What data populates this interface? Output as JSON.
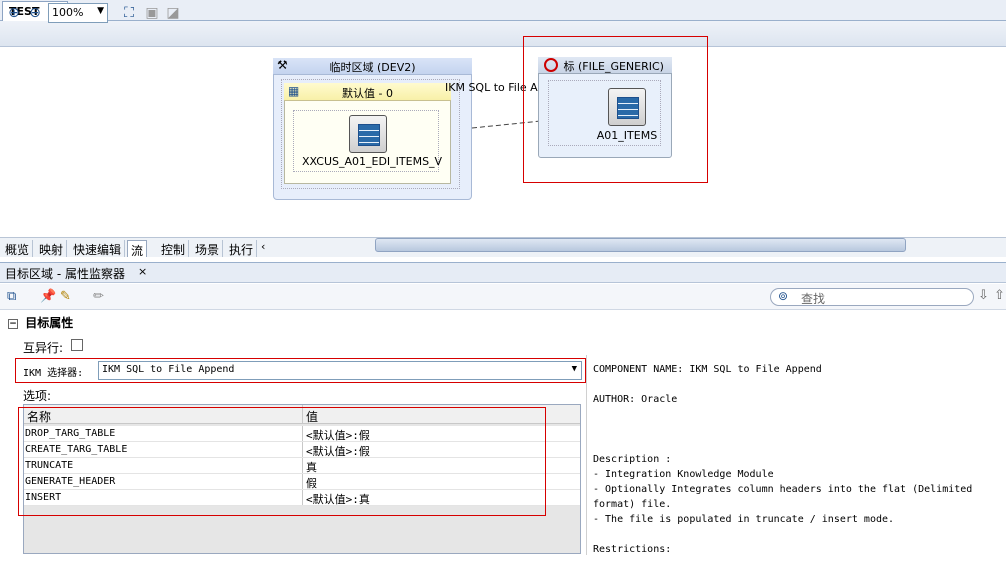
{
  "editor_tab": {
    "title": "TEST",
    "close": "×"
  },
  "toolbar": {
    "zoom": "100%"
  },
  "canvas": {
    "staging_area": {
      "title": "临时区域 (DEV2)"
    },
    "default_group": {
      "title": "默认值 - 0"
    },
    "source_table": {
      "label": "XXCUS_A01_EDI_ITEMS_V"
    },
    "flow_label": "IKM SQL to File Append",
    "target_area": {
      "title": "标 (FILE_GENERIC)"
    },
    "target_table": {
      "label": "A01_ITEMS"
    }
  },
  "view_tabs": [
    "概览",
    "映射",
    "快速编辑",
    "流",
    "控制",
    "场景",
    "执行"
  ],
  "inspector": {
    "tab_title": "目标区域 - 属性监察器",
    "tab_close": "×",
    "search_placeholder": "查找",
    "section_title": "目标属性",
    "distinct_label": "互异行:",
    "ikm_label": "IKM 选择器:",
    "ikm_value": "IKM SQL to File Append",
    "options_label": "选项:",
    "columns": [
      "名称",
      "值"
    ],
    "options": [
      {
        "name": "DROP_TARG_TABLE",
        "value": "<默认值>:假"
      },
      {
        "name": "CREATE_TARG_TABLE",
        "value": "<默认值>:假"
      },
      {
        "name": "TRUNCATE",
        "value": "真"
      },
      {
        "name": "GENERATE_HEADER",
        "value": "假"
      },
      {
        "name": "INSERT",
        "value": "<默认值>:真"
      }
    ],
    "description": [
      "COMPONENT NAME: IKM SQL to File Append",
      "AUTHOR: Oracle",
      "Description :",
      "- Integration Knowledge Module",
      "- Optionally Integrates column headers into the flat (Delimited",
      "format) file.",
      "- The file is populated in truncate / insert mode.",
      "Restrictions:"
    ]
  },
  "colors": {
    "accent": "#1d4f8c",
    "highlight": "#d60000"
  }
}
